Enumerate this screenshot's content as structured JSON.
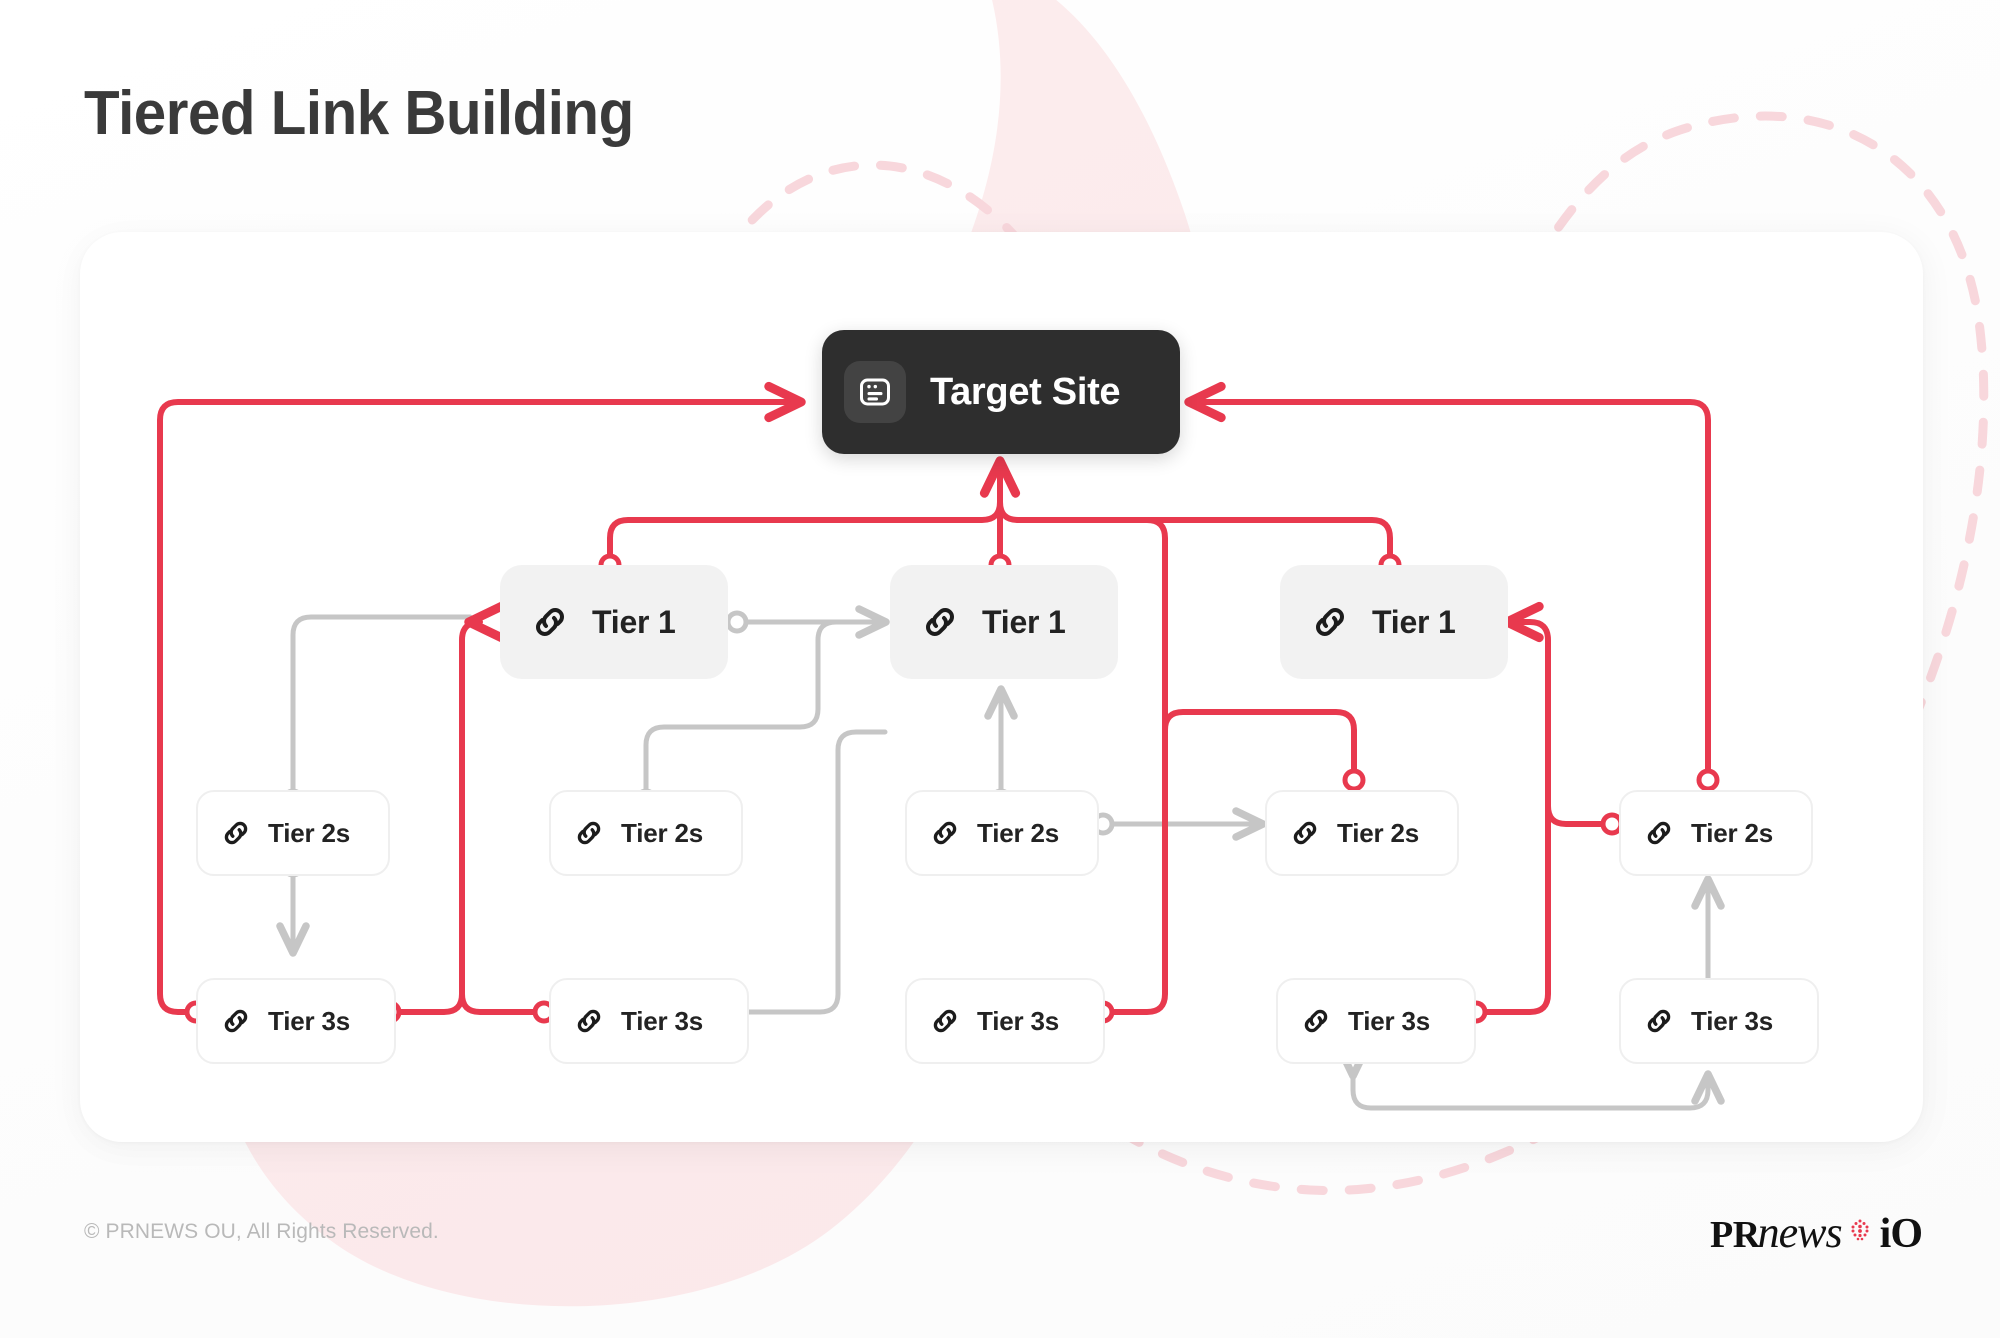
{
  "page": {
    "title": "Tiered Link Building",
    "background_color": "#ffffff",
    "accent_red": "#e8394e",
    "line_gray": "#c6c6c6",
    "card_color": "#ffffff",
    "title_color": "#3a3a3a"
  },
  "target": {
    "label": "Target Site",
    "icon": "browser-window-icon",
    "bg_color": "#2e2e2e",
    "text_color": "#ffffff"
  },
  "tier1": [
    {
      "label": "Tier 1",
      "icon": "chain-link-icon"
    },
    {
      "label": "Tier 1",
      "icon": "chain-link-icon"
    },
    {
      "label": "Tier 1",
      "icon": "chain-link-icon"
    }
  ],
  "tier2": [
    {
      "label": "Tier 2s",
      "icon": "chain-link-icon"
    },
    {
      "label": "Tier 2s",
      "icon": "chain-link-icon"
    },
    {
      "label": "Tier 2s",
      "icon": "chain-link-icon"
    },
    {
      "label": "Tier 2s",
      "icon": "chain-link-icon"
    },
    {
      "label": "Tier 2s",
      "icon": "chain-link-icon"
    }
  ],
  "tier3": [
    {
      "label": "Tier 3s",
      "icon": "chain-link-icon"
    },
    {
      "label": "Tier 3s",
      "icon": "chain-link-icon"
    },
    {
      "label": "Tier 3s",
      "icon": "chain-link-icon"
    },
    {
      "label": "Tier 3s",
      "icon": "chain-link-icon"
    },
    {
      "label": "Tier 3s",
      "icon": "chain-link-icon"
    }
  ],
  "footer": {
    "copyright": "© PRNEWS OU, All Rights Reserved.",
    "logo": {
      "pr": "PR",
      "news": "news",
      "dots": "dotted-circle-icon",
      "io": "iO"
    }
  }
}
